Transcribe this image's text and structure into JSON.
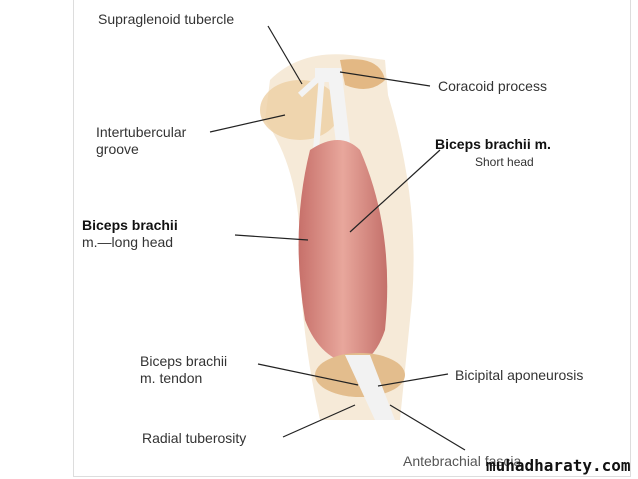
{
  "labels": {
    "supraglenoid": "Supraglenoid tubercle",
    "coracoid": "Coracoid process",
    "intertubercular_1": "Intertubercular",
    "intertubercular_2": "groove",
    "short_head_title": "Biceps brachii m.",
    "short_head_sub": "Short head",
    "long_head_1": "Biceps brachii",
    "long_head_2": "m.—long head",
    "tendon_1": "Biceps brachii",
    "tendon_2": "m. tendon",
    "aponeurosis": "Bicipital aponeurosis",
    "radial_tuberosity": "Radial tuberosity",
    "antebrachial": "Antebrachial fascia"
  },
  "watermark": "muhadharaty.com"
}
